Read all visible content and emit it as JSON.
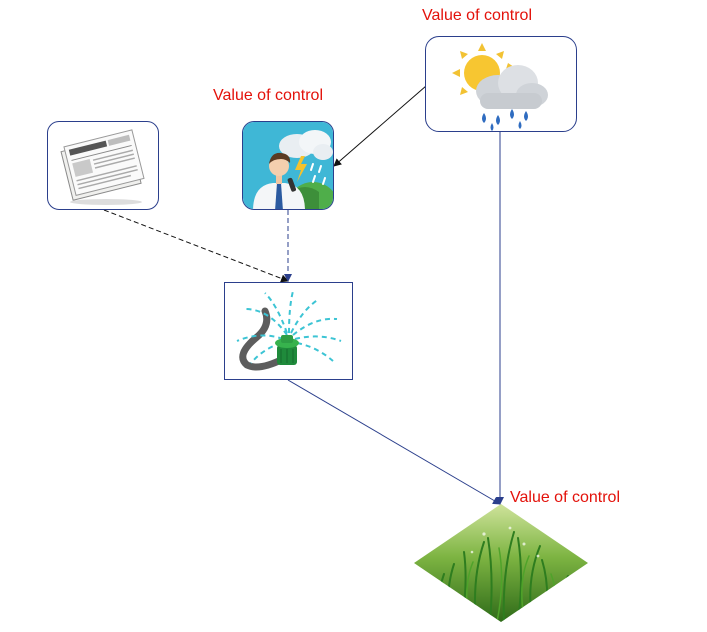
{
  "diagram": {
    "labels": {
      "weather": "Value of control",
      "forecaster": "Value of control",
      "lawn": "Value of control"
    },
    "nodes": [
      {
        "id": "newspaper",
        "icon": "newspaper-icon"
      },
      {
        "id": "forecaster",
        "icon": "weather-forecaster-icon"
      },
      {
        "id": "weather",
        "icon": "sun-rain-cloud-icon"
      },
      {
        "id": "sprinkler",
        "icon": "sprinkler-icon"
      },
      {
        "id": "lawn",
        "icon": "grass-icon"
      }
    ],
    "edges": [
      {
        "from": "weather",
        "to": "forecaster",
        "style": "solid"
      },
      {
        "from": "weather",
        "to": "lawn",
        "style": "solid"
      },
      {
        "from": "newspaper",
        "to": "sprinkler",
        "style": "dashed"
      },
      {
        "from": "forecaster",
        "to": "sprinkler",
        "style": "dashed"
      },
      {
        "from": "sprinkler",
        "to": "lawn",
        "style": "solid"
      }
    ],
    "colors": {
      "label": "#e3120b",
      "edge": "#2b3f8c",
      "node_border": "#2b3f8c"
    }
  }
}
